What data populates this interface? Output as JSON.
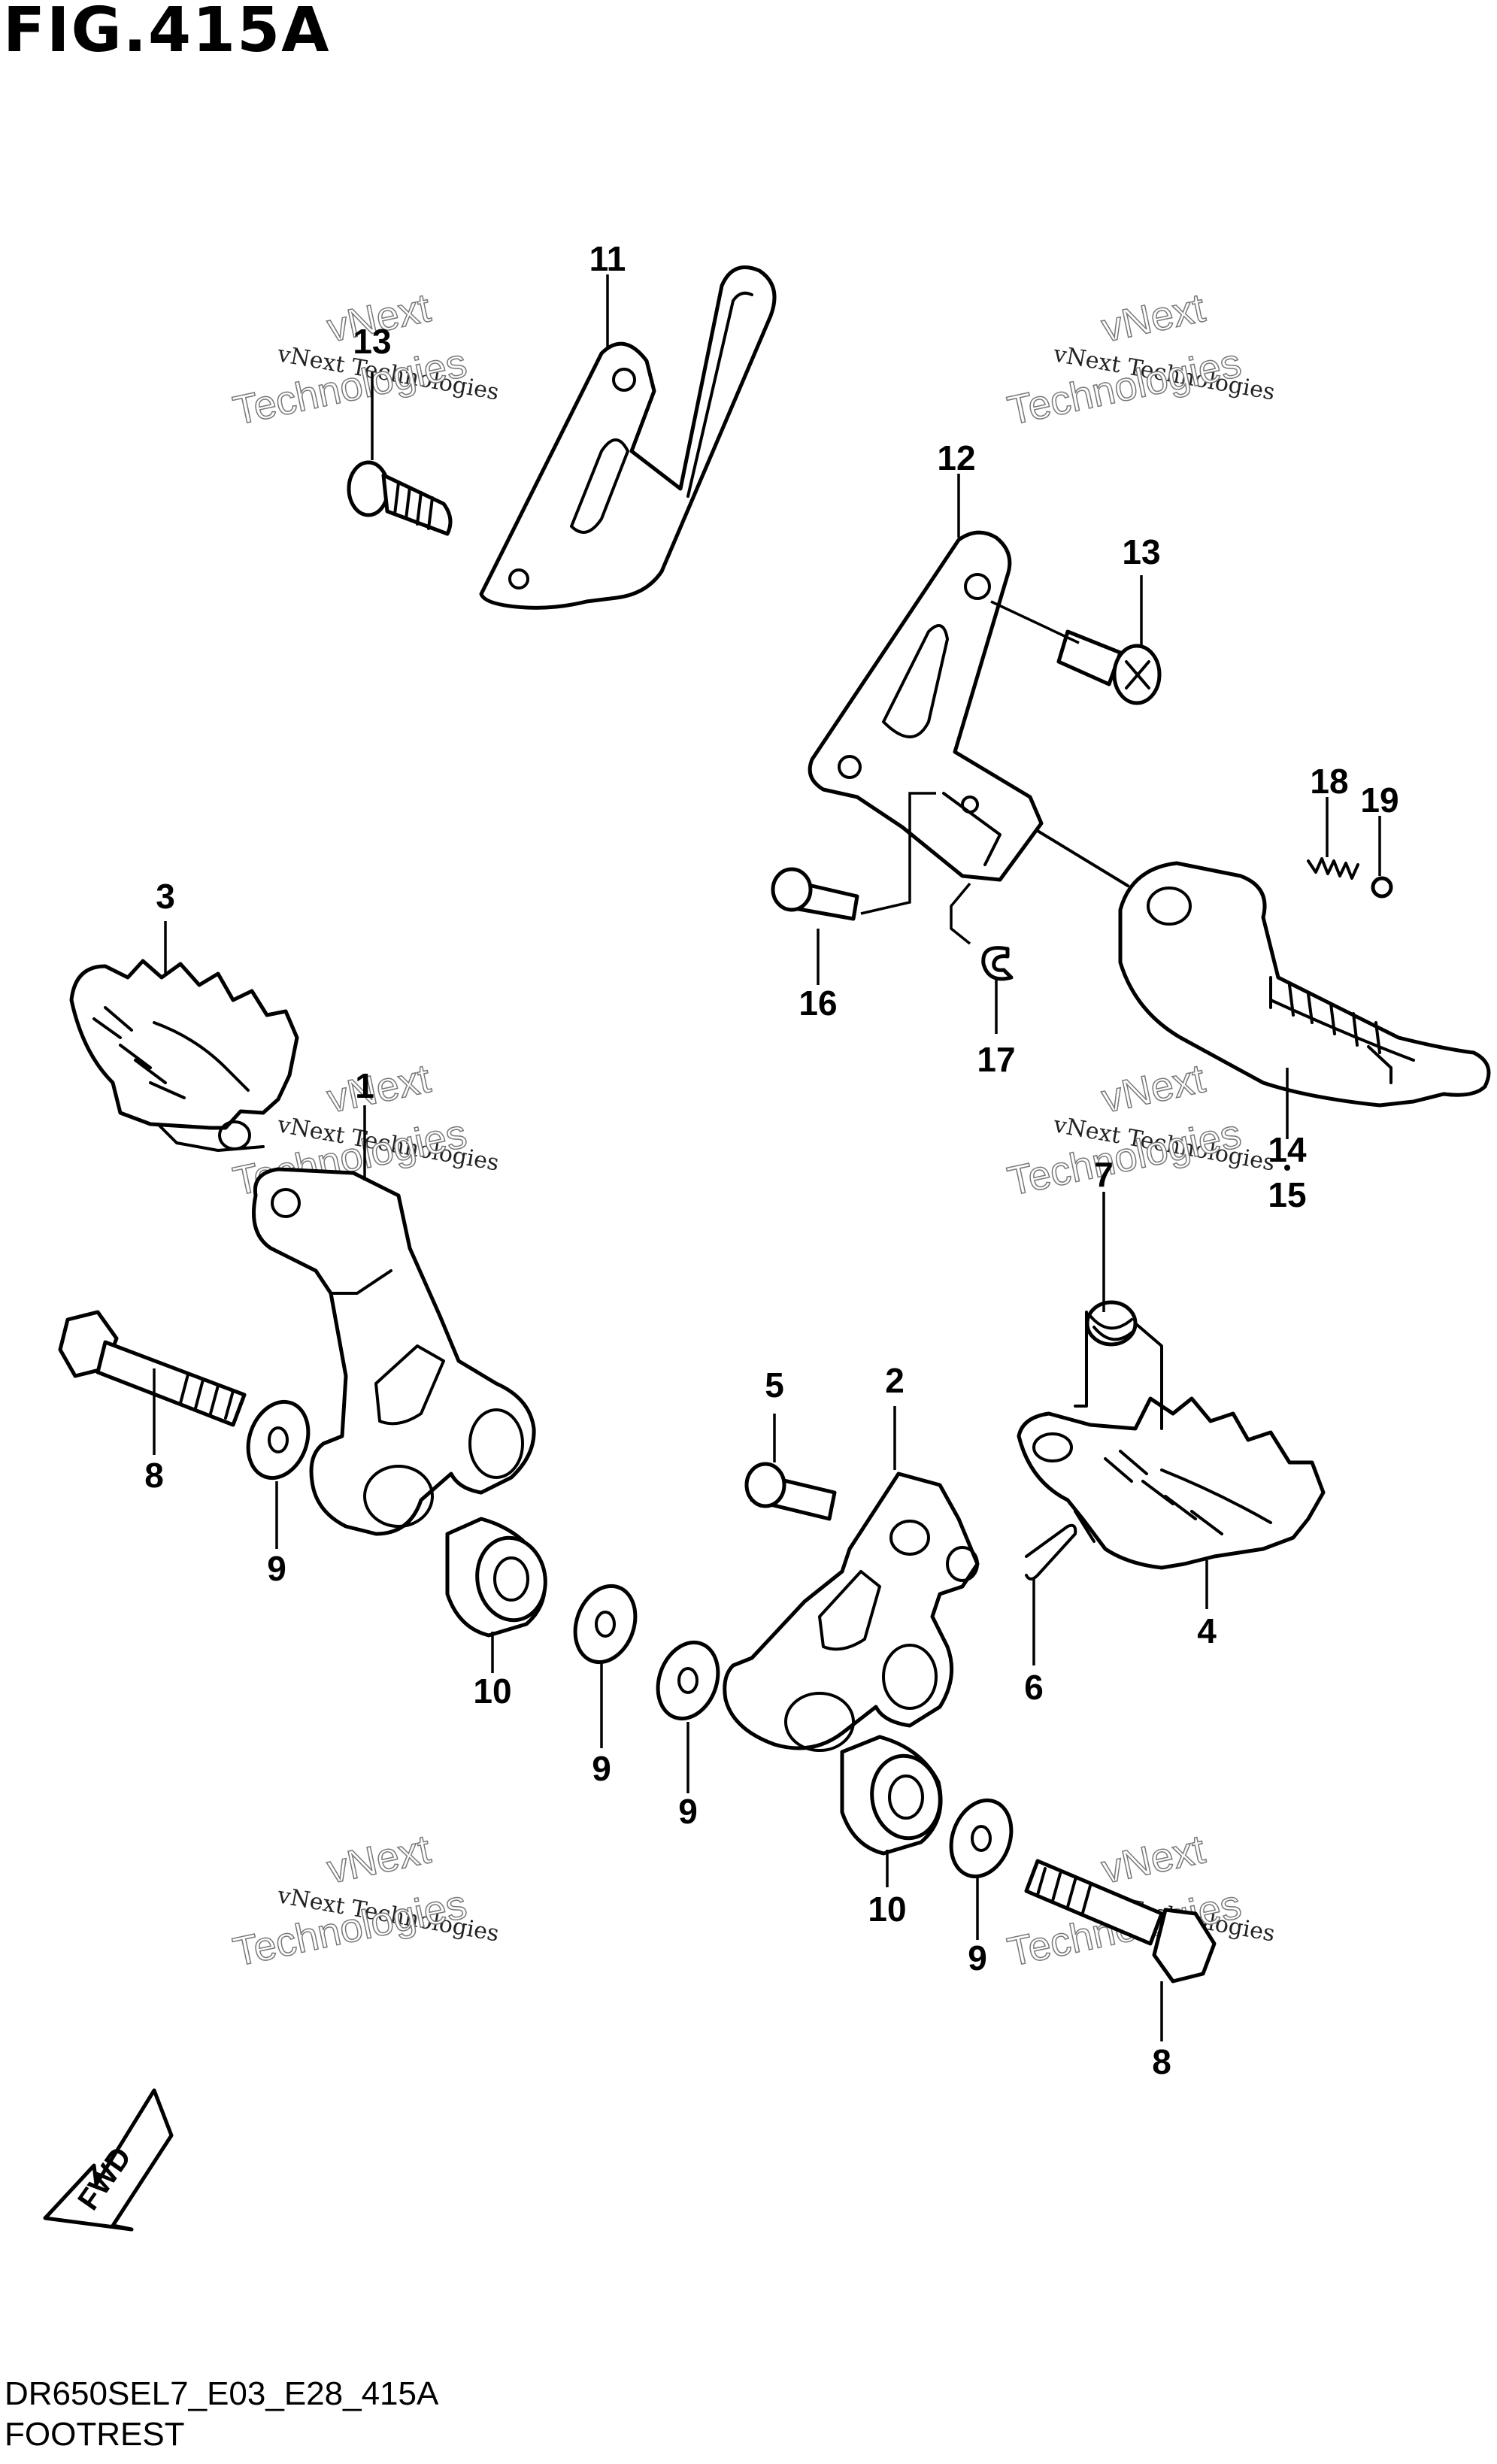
{
  "figure": {
    "title": "FIG.415A",
    "code": "DR650SEL7_E03_E28_415A",
    "name": "FOOTREST"
  },
  "fwd_label": "FWD",
  "watermark": {
    "line1": "vNext",
    "line2": "vNext Technologies",
    "line3": "Technologies"
  },
  "callouts": {
    "c1": "1",
    "c2": "2",
    "c3": "3",
    "c4": "4",
    "c5": "5",
    "c6": "6",
    "c7": "7",
    "c8a": "8",
    "c8b": "8",
    "c9a": "9",
    "c9b": "9",
    "c9c": "9",
    "c9d": "9",
    "c10a": "10",
    "c10b": "10",
    "c11": "11",
    "c12": "12",
    "c13a": "13",
    "c13b": "13",
    "c14": "14",
    "c15": "15",
    "c16": "16",
    "c17": "17",
    "c18": "18",
    "c19": "19"
  }
}
